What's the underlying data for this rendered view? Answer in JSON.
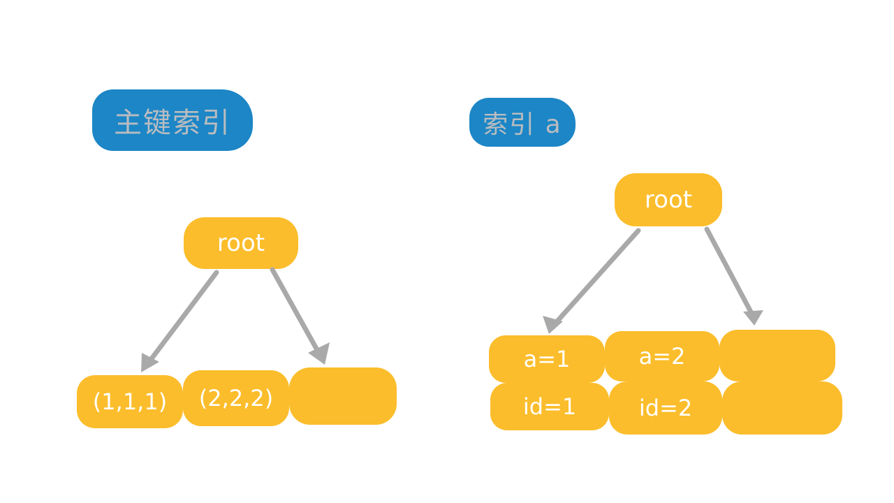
{
  "primary_index": {
    "title": "主键索引",
    "root_label": "root",
    "leaves": [
      "(1,1,1)",
      "(2,2,2)",
      ""
    ]
  },
  "secondary_index": {
    "title": "索引 a",
    "root_label": "root",
    "leaves_top": [
      "a=1",
      "a=2",
      ""
    ],
    "leaves_bottom": [
      "id=1",
      "id=2",
      ""
    ]
  },
  "colors": {
    "title_bg": "#1c86c6",
    "title_text": "#b9bcc0",
    "node_fill": "#fbbd2b",
    "node_text": "#ffffff",
    "arrow": "#a9a9a9"
  }
}
